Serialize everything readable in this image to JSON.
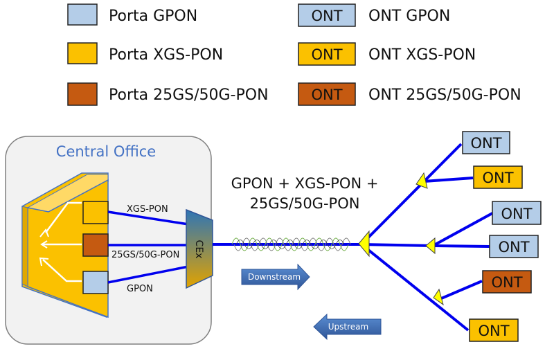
{
  "legend": {
    "port_gpon": "Porta GPON",
    "port_xgs": "Porta XGS-PON",
    "port_25g": "Porta 25GS/50G-PON",
    "ont_box": "ONT",
    "ont_gpon": "ONT GPON",
    "ont_xgs": "ONT XGS-PON",
    "ont_25g": "ONT 25GS/50G-PON"
  },
  "central_office": {
    "title": "Central Office",
    "port_xgs_label": "XGS-PON",
    "port_25g_label": "25GS/50G-PON",
    "port_gpon_label": "GPON",
    "cex_label": "CEx"
  },
  "network": {
    "title_line1": "GPON + XGS-PON +",
    "title_line2": "25GS/50G-PON",
    "downstream": "Downstream",
    "upstream": "Upstream",
    "ont_label": "ONT"
  },
  "colors": {
    "gpon": "#b4cde8",
    "xgs": "#fbc100",
    "g25": "#c55a11",
    "fiber": "#0000ee",
    "splitter": "#ffff00",
    "co_bg": "#f2f2f2",
    "arrow": "#4472c4"
  }
}
